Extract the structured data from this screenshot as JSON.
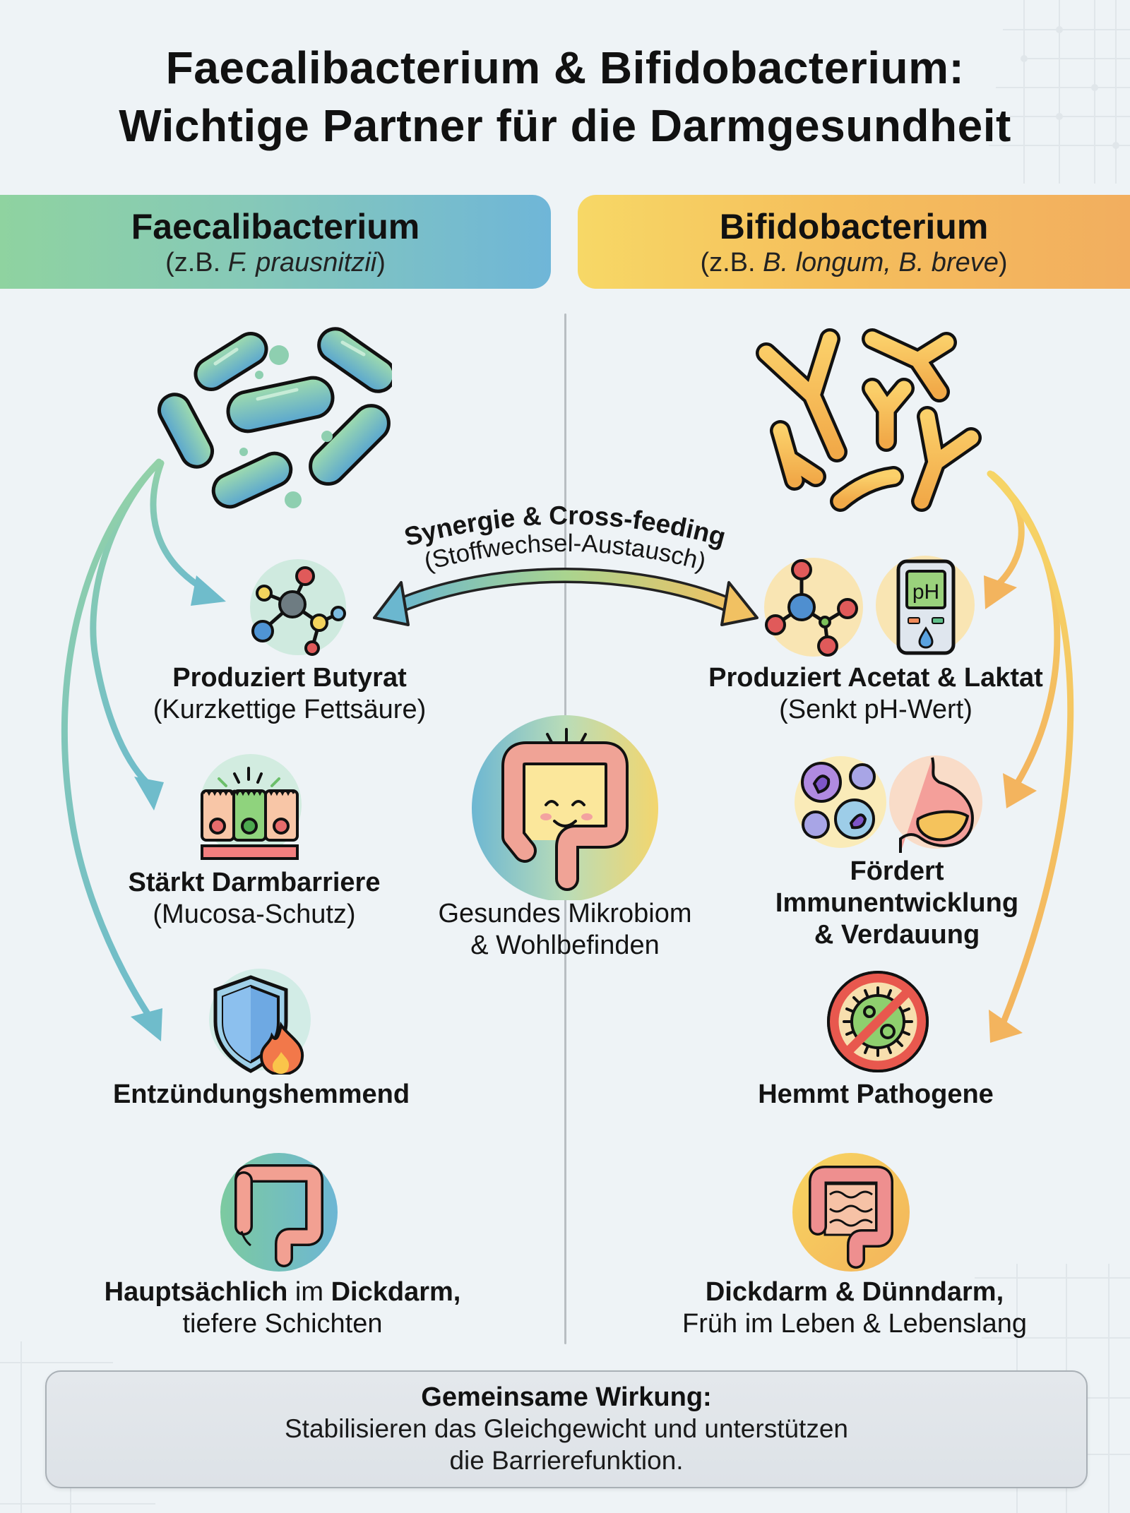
{
  "title": {
    "line1": "Faecalibacterium & Bifidobacterium:",
    "line2": "Wichtige Partner für die Darmgesundheit"
  },
  "colors": {
    "faecali_green": "#8fd3a0",
    "faecali_blue": "#6fb6d8",
    "bifido_yellow": "#f7d866",
    "bifido_orange": "#f2ae5f",
    "background": "#eef3f6",
    "text": "#111111"
  },
  "left": {
    "name": "Faecalibacterium",
    "sub_prefix": "(z.B. ",
    "sub_species": "F. prausnitzii",
    "sub_suffix": ")",
    "image_icon": "rod-bacteria-icon",
    "features": [
      {
        "icon": "molecule-icon",
        "title": "Produziert Butyrat",
        "subtitle": "(Kurzkettige Fettsäure)"
      },
      {
        "icon": "intestinal-barrier-icon",
        "title": "Stärkt Darmbarriere",
        "subtitle": "(Mucosa-Schutz)"
      },
      {
        "icon": "shield-flame-icon",
        "title": "Entzündungshemmend",
        "subtitle": ""
      },
      {
        "icon": "colon-icon",
        "title_bold_1": "Hauptsächlich",
        "title_regular": " im ",
        "title_bold_2": "Dickdarm,",
        "subtitle": "tiefere Schichten"
      }
    ]
  },
  "right": {
    "name": "Bifidobacterium",
    "sub_prefix": "(z.B. ",
    "sub_species": "B. longum, B. breve",
    "sub_suffix": ")",
    "image_icon": "y-shaped-bacteria-icon",
    "features": [
      {
        "icon": "molecule-and-ph-meter-icon",
        "title": "Produziert Acetat & Laktat",
        "subtitle": "(Senkt pH-Wert)",
        "ph_label": "pH"
      },
      {
        "icon": "immune-cells-and-stomach-icon",
        "title_lines": [
          "Fördert",
          "Immunentwicklung",
          "& Verdauung"
        ]
      },
      {
        "icon": "pathogen-prohibited-icon",
        "title": "Hemmt Pathogene"
      },
      {
        "icon": "intestines-icon",
        "title": "Dickdarm & Dünndarm,",
        "subtitle": "Früh im Leben & Lebenslang"
      }
    ]
  },
  "center": {
    "synergy_title": "Synergie & Cross-feeding",
    "synergy_sub": "(Stoffwechsel-Austausch)",
    "hub_icon": "happy-colon-icon",
    "hub_line1": "Gesundes Mikrobiom",
    "hub_line2": "& Wohlbefinden"
  },
  "summary": {
    "title": "Gemeinsame Wirkung:",
    "line1": "Stabilisieren das Gleichgewicht und unterstützen",
    "line2": "die Barrierefunktion."
  }
}
